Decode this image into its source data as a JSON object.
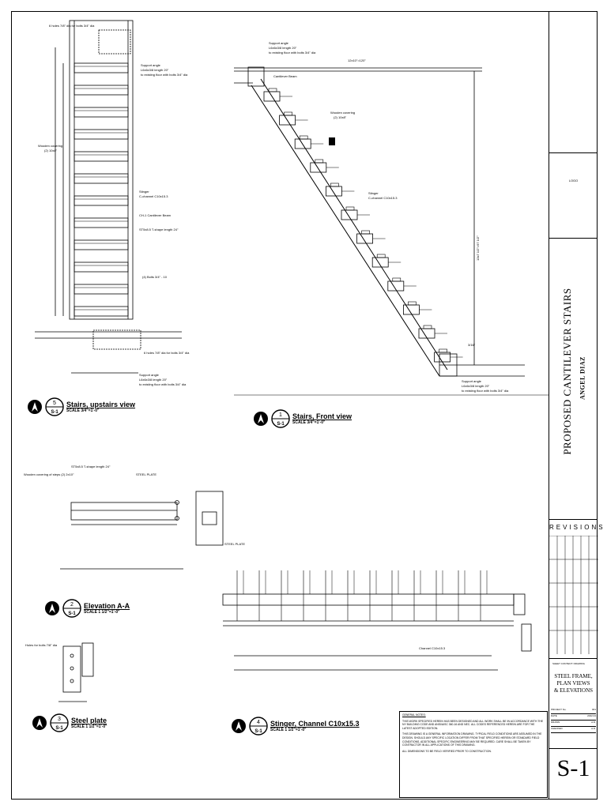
{
  "title_block": {
    "logo_text": "LOGO",
    "project_title": "PROPOSED CANTILEVER STAIRS",
    "author": "ANGEL DIAZ",
    "revisions_title": "REVISIONS",
    "sheet_project_label": "SHEET CONTENT: DRAWING",
    "sheet_title_lines": [
      "STEEL FRAME,",
      "PLAN VIEWS",
      "& ELEVATIONS"
    ],
    "sheet_number": "S-1",
    "meta": [
      {
        "label": "PROJECT No.",
        "value": "001"
      },
      {
        "label": "DATE",
        "value": "2022.04"
      },
      {
        "label": "DRAWN",
        "value": "A.D."
      },
      {
        "label": "CHECKED",
        "value": "A.D."
      }
    ]
  },
  "views": {
    "v5": {
      "number": "5",
      "sheet": "S-1",
      "title": "Stairs, upstairs view",
      "scale": "SCALE 3/4\"=1'-0\""
    },
    "v1": {
      "number": "1",
      "sheet": "S-1",
      "title": "Stairs, Front view",
      "scale": "SCALE 3/4\"=1'-0\""
    },
    "v2": {
      "number": "2",
      "sheet": "S-1",
      "title": "Elevation A-A",
      "scale": "SCALE 1 1/2\"=1'-0\""
    },
    "v3": {
      "number": "3",
      "sheet": "S-1",
      "title": "Steel plate",
      "scale": "SCALE 1 1/2\"=1'-0\""
    },
    "v4": {
      "number": "4",
      "sheet": "S-1",
      "title": "Stinger, Channel C10x15.3",
      "scale": "SCALE 1 1/2\"=1'-0\""
    }
  },
  "annotations": {
    "bolts_top": "6 holes 7/8\" dia for bolts 3/4\" dia",
    "support_angle_1": "Support angle",
    "support_angle_2": "L6x6x3/8 length 20\"",
    "support_angle_3": "to existing floor with bolts 3/4\" dia",
    "wooden_covering": "Wooden covering",
    "wooden_covering_2": "(2) 10x8\"",
    "stinger_1": "Stinger",
    "stinger_2": "C-channel C10x15.3",
    "ch_cantilever": "CH-1 Cantilever Beam",
    "st5x8": "ST5x8.5 T-shape length 24\"",
    "bolts_4": "(4) Bolts 3/4\" - 10",
    "bolts_bottom": "6 holes 7/8\" dia for bolts 3/4\" dia",
    "cantilever_beam": "Cantilever Beam",
    "dim_top": "12x10\"=120\"",
    "dim_vertical": "13x7 1/2\"=97 1/2\"",
    "wooden_steps": "Wooden covering of steps (2) 2x10\"",
    "st_tshape": "ST5x8.5 T-shape length 24\"",
    "steel_plate": "STEEL PLATE",
    "holes_bolts": "Holes for bolts 7/8\" dia",
    "channel": "Channel C10x15.3",
    "dim_3_16": "3/16\""
  },
  "notes": {
    "heading": "GENERAL NOTES:",
    "p1": "THIS WORK SPECIFIED HEREIN HAS BEEN DESIGNED AND ALL WORK SHALL BE IN ACCORDANCE WITH THE NY BUILDING CODE AND ANSI/AISC 360-16 AND NEC. ALL CODES REFERENCED HEREIN ARE FOR THE LATEST ADOPTED EDITION.",
    "p2": "THIS DRAWING IS A GENERAL INFORMATION DRAWING. TYPICAL FIELD CONDITIONS ARE ASSUMED IN THE DESIGN. SHOULD ANY SPECIFIC LOCATION DIFFER FROM THAT SPECIFIED HEREIN OR STANDARD FIELD CONDITIONS, ADDITIONAL SPECIFIC ENGINEERING MAY BE REQUIRED. CARE SHALL BE TAKEN BY CONTRACTOR IN ALL APPLICATIONS OF THIS DRAWING.",
    "p3": "ALL DIMENSIONS TO BE FIELD VERIFIED PRIOR TO CONSTRUCTION."
  }
}
